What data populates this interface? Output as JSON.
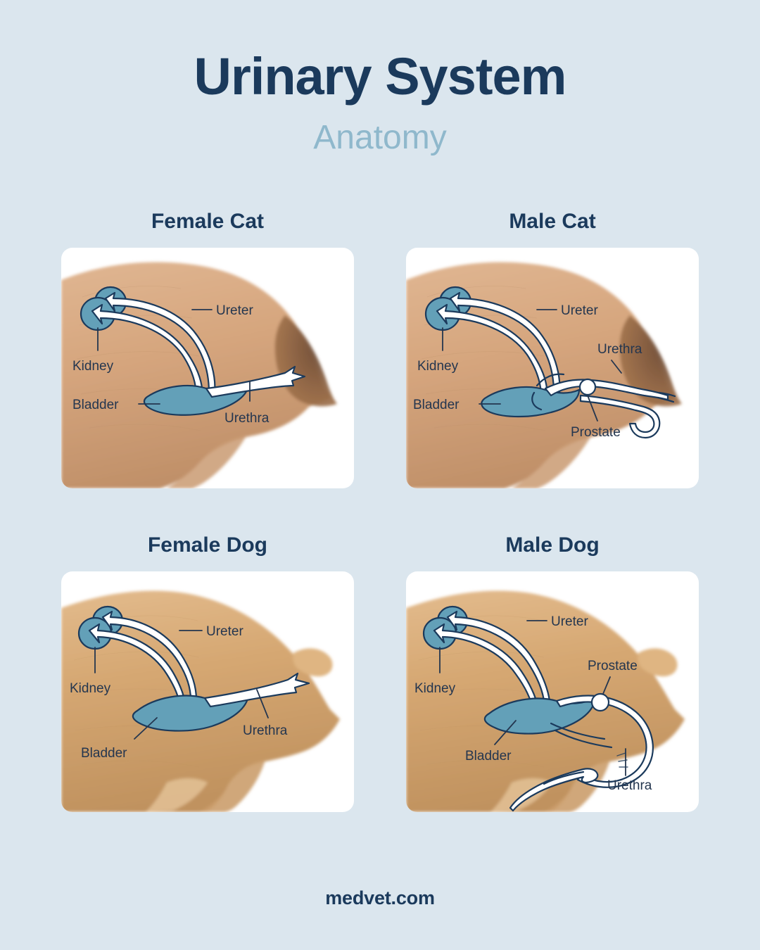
{
  "header": {
    "title": "Urinary System",
    "subtitle": "Anatomy"
  },
  "footer": {
    "brand": "medvet.com"
  },
  "colors": {
    "background": "#dbe6ee",
    "title_navy": "#1b3a5c",
    "subtitle_blue": "#8fb8cc",
    "organ_blue": "#63a0b8",
    "outline_navy": "#1b3a5c",
    "label_navy": "#24364f",
    "card_white": "#ffffff",
    "cat_fur": "#d8ab84",
    "cat_point_dark": "#6b4a35",
    "dog_fur": "#d7aa76"
  },
  "panels": [
    {
      "id": "female-cat",
      "heading": "Female Cat",
      "species": "cat",
      "sex": "female",
      "labels": {
        "ureter": "Ureter",
        "kidney": "Kidney",
        "bladder": "Bladder",
        "urethra": "Urethra"
      }
    },
    {
      "id": "male-cat",
      "heading": "Male Cat",
      "species": "cat",
      "sex": "male",
      "labels": {
        "ureter": "Ureter",
        "kidney": "Kidney",
        "bladder": "Bladder",
        "urethra": "Urethra",
        "prostate": "Prostate"
      }
    },
    {
      "id": "female-dog",
      "heading": "Female Dog",
      "species": "dog",
      "sex": "female",
      "labels": {
        "ureter": "Ureter",
        "kidney": "Kidney",
        "bladder": "Bladder",
        "urethra": "Urethra"
      }
    },
    {
      "id": "male-dog",
      "heading": "Male Dog",
      "species": "dog",
      "sex": "male",
      "labels": {
        "ureter": "Ureter",
        "kidney": "Kidney",
        "bladder": "Bladder",
        "urethra": "Urethra",
        "prostate": "Prostate"
      }
    }
  ]
}
